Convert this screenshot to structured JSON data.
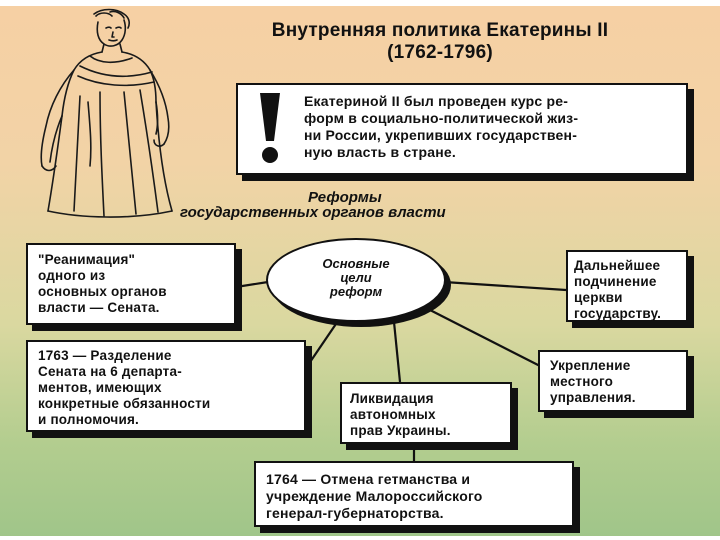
{
  "title": {
    "line1": "Внутренняя политика Екатерины II",
    "line2": "(1762-1796)"
  },
  "intro_text": "Екатериной II был проведен курс ре-\nформ в социально-политической жиз-\nни России, укрепивших государствен-\nную власть в стране.",
  "subtitle": {
    "line1": "Реформы",
    "line2": "государственных органов власти"
  },
  "center": {
    "text": "Основные\nцели\nреформ"
  },
  "boxes": {
    "reanimation": "\"Реанимация\"\nодного из\nосновных органов\nвласти — Сената.",
    "church": "Дальнейшее\nподчинение церкви\nгосударству.",
    "senate_1763": "1763 — Разделение\nСената на 6 департа-\nментов, имеющих\nконкретные обязанности\nи полномочия.",
    "local": "Укрепление\nместного\nуправления.",
    "ukraine": "Ликвидация\nавтономных\nправ Украины.",
    "hetman_1764": "1764 — Отмена гетманства и\nучреждение Малороссийского\nгенерал-губернаторства."
  },
  "icons": {
    "exclamation": "exclamation-icon",
    "portrait": "portrait-drawing"
  }
}
